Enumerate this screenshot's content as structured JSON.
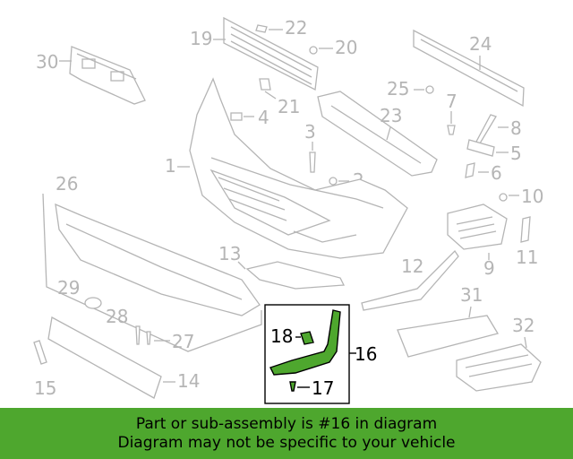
{
  "callouts": {
    "c1": "1",
    "c2": "2",
    "c3": "3",
    "c4": "4",
    "c5": "5",
    "c6": "6",
    "c7": "7",
    "c8": "8",
    "c9": "9",
    "c10": "10",
    "c11": "11",
    "c12": "12",
    "c13": "13",
    "c14": "14",
    "c15": "15",
    "c16": "16",
    "c17": "17",
    "c18": "18",
    "c19": "19",
    "c20": "20",
    "c21": "21",
    "c22": "22",
    "c23": "23",
    "c24": "24",
    "c25": "25",
    "c26": "26",
    "c27": "27",
    "c28": "28",
    "c29": "29",
    "c30": "30",
    "c31": "31",
    "c32": "32"
  },
  "highlight_color": "#4ea72e",
  "banner": {
    "line1": "Part or sub-assembly is #16 in diagram",
    "line2": "Diagram may not be specific to your vehicle"
  }
}
